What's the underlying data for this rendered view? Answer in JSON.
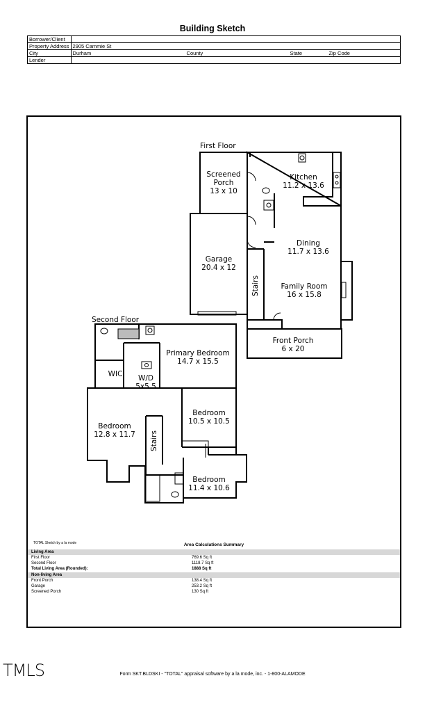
{
  "title": "Building Sketch",
  "info": {
    "borrower_label": "Borrower/Client",
    "borrower_value": "",
    "address_label": "Property Address",
    "address_value": "2905 Cammie St",
    "city_label": "City",
    "city_value": "Durham",
    "county_label": "County",
    "state_label": "State",
    "zip_label": "Zip Code",
    "lender_label": "Lender"
  },
  "floors": {
    "first": "First Floor",
    "second": "Second Floor"
  },
  "rooms": {
    "screened_porch": "Screened\nPorch\n13 x 10",
    "kitchen": "Kitchen\n11.2 x 13.6",
    "dining": "Dining\n11.7 x 13.6",
    "garage": "Garage\n20.4 x 12",
    "stairs1": "Stairs",
    "family_room": "Family Room\n16 x 15.8",
    "front_porch": "Front Porch\n6 x 20",
    "primary_bedroom": "Primary Bedroom\n14.7 x 15.5",
    "wic": "WIC",
    "wd": "W/D\n5x5.5",
    "bedroom_a": "Bedroom\n12.8 x 11.7",
    "bedroom_b": "Bedroom\n10.5 x 10.5",
    "stairs2": "Stairs",
    "bedroom_c": "Bedroom\n11.4 x 10.6"
  },
  "sketch_credit": "TOTAL Sketch by a la mode",
  "summary": {
    "title": "Area Calculations Summary",
    "living_header": "Living Area",
    "living": [
      {
        "label": "First Floor",
        "value": "769.6 Sq ft"
      },
      {
        "label": "Second Floor",
        "value": "1118.7 Sq ft"
      }
    ],
    "total": {
      "label": "Total Living Area (Rounded):",
      "value": "1888 Sq ft"
    },
    "nonliving_header": "Non-living Area",
    "nonliving": [
      {
        "label": "Front Porch",
        "value": "138.4 Sq ft"
      },
      {
        "label": "Garage",
        "value": "253.2 Sq ft"
      },
      {
        "label": "Screened Porch",
        "value": "130 Sq ft"
      }
    ]
  },
  "footer": {
    "logo": "TMLS",
    "text": "Form SKT.BLDSKI - \"TOTAL\" appraisal software by a la mode, inc. - 1-800-ALAMODE"
  }
}
